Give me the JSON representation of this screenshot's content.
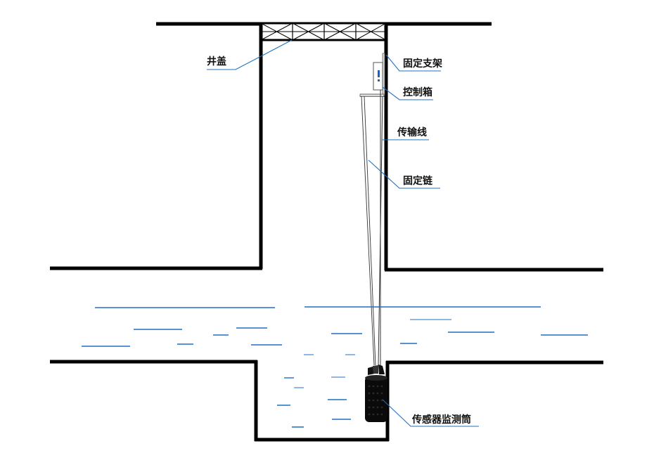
{
  "labels": {
    "well_cover": "井盖",
    "fixed_bracket": "固定支架",
    "control_box": "控制箱",
    "transmission_line": "传输线",
    "fixed_chain": "固定链",
    "sensor_tube": "传感器监测筒"
  },
  "colors": {
    "wall": "#000000",
    "water": "#1f6fc2",
    "leader": "#1f6fc2",
    "sensor": "#0a0a0a",
    "warning": "#1a5fd0"
  },
  "icons": {
    "control_box_mark": "exclamation-icon"
  }
}
